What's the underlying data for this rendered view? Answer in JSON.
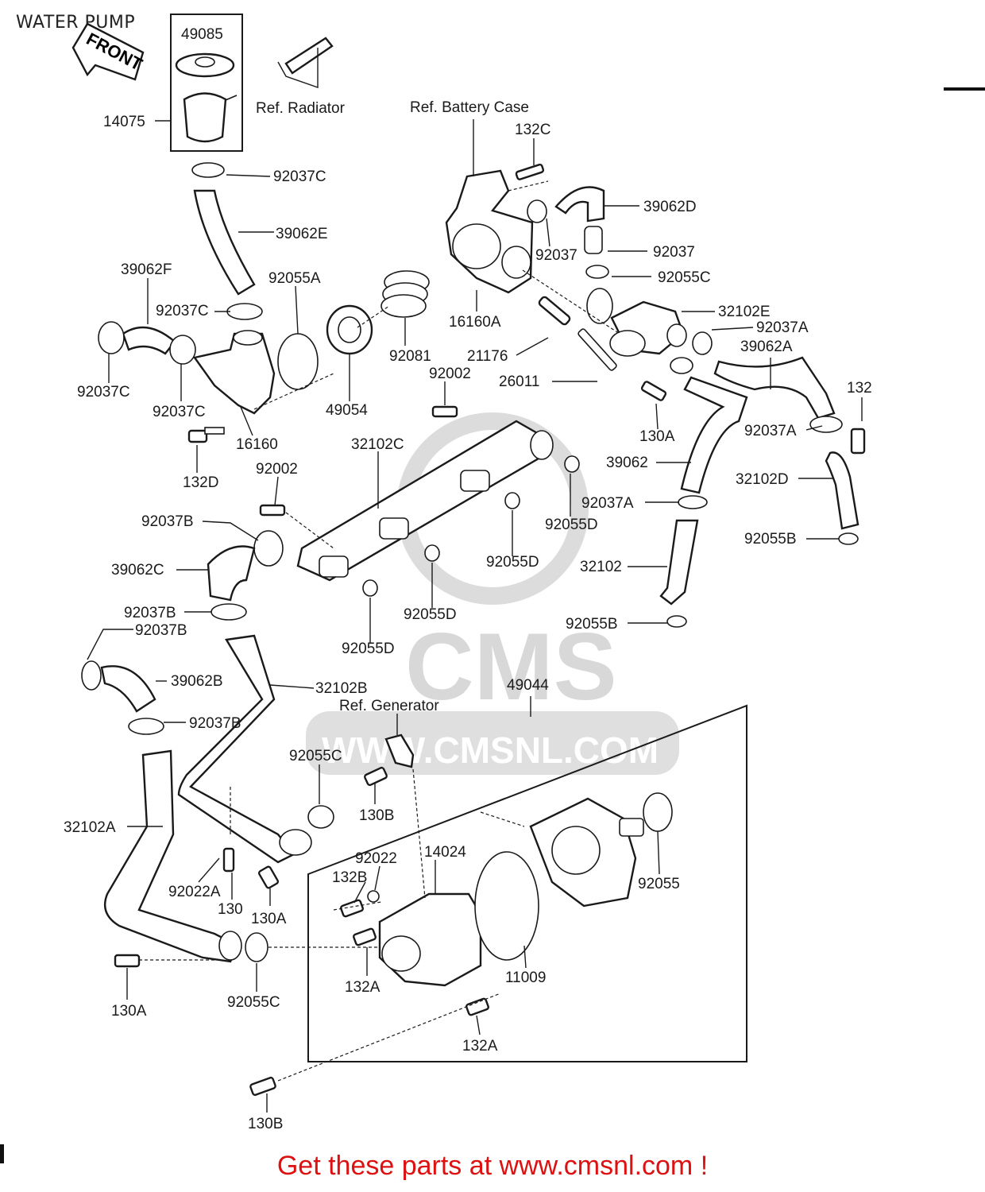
{
  "title": "WATER PUMP",
  "front_marker": "FRONT",
  "watermark": {
    "logo": "CMS",
    "url": "WWW.CMSNL.COM"
  },
  "promo_text": "Get these parts at www.cmsnl.com !",
  "references": [
    {
      "id": "ref-radiator",
      "text": "Ref. Radiator"
    },
    {
      "id": "ref-battery-case",
      "text": "Ref. Battery Case"
    },
    {
      "id": "ref-generator",
      "text": "Ref. Generator"
    }
  ],
  "part_labels": [
    "49085",
    "14075",
    "92037C",
    "39062E",
    "39062F",
    "92055A",
    "92037C",
    "92037C",
    "92037C",
    "16160",
    "132D",
    "49054",
    "92081",
    "132C",
    "39062D",
    "92037",
    "92037",
    "92055C",
    "16160A",
    "21176",
    "26011",
    "92002",
    "32102E",
    "92037A",
    "39062A",
    "132",
    "92037A",
    "130A",
    "39062",
    "32102C",
    "92002",
    "92055D",
    "92037B",
    "39062C",
    "92055D",
    "92055D",
    "92055D",
    "92037A",
    "32102D",
    "92055B",
    "32102",
    "92055B",
    "92037B",
    "92037B",
    "39062B",
    "32102B",
    "92037B",
    "49044",
    "92055C",
    "130B",
    "32102A",
    "92022",
    "14024",
    "132B",
    "92055",
    "92022A",
    "130",
    "130A",
    "11009",
    "130A",
    "92055C",
    "132A",
    "132A",
    "130B"
  ]
}
